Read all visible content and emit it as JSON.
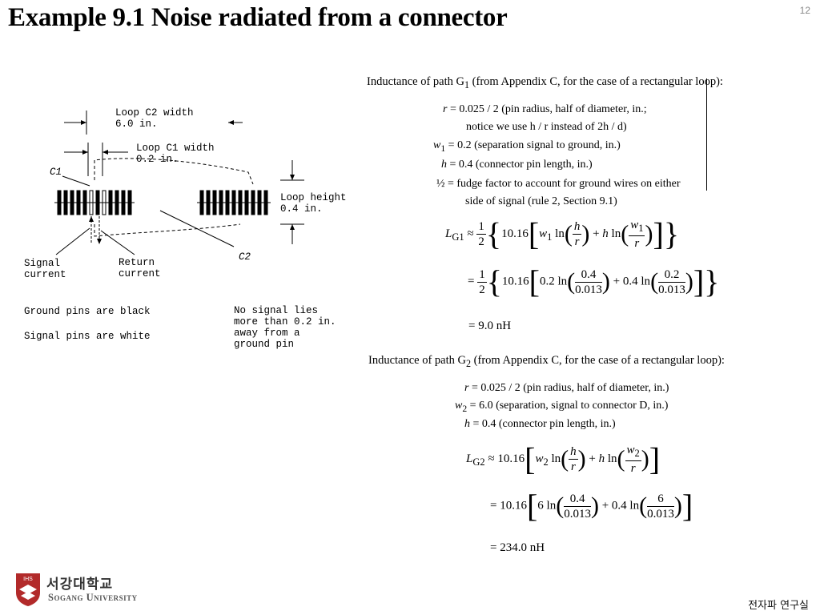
{
  "slide": {
    "title": "Example 9.1 Noise radiated from a connector",
    "page_number": "12"
  },
  "diagram": {
    "loop_c2_width_1": "Loop C2 width",
    "loop_c2_width_2": "6.0 in.",
    "loop_c1_width_1": "Loop C1 width",
    "loop_c1_width_2": "0.2 in.",
    "c1_label": "C1",
    "c2_label": "C2",
    "loop_height_1": "Loop height",
    "loop_height_2": "0.4 in.",
    "signal_current_1": "Signal",
    "signal_current_2": "current",
    "return_current_1": "Return",
    "return_current_2": "current",
    "ground_pins": "Ground pins are black",
    "signal_pins": "Signal pins are white",
    "no_signal_1": "No signal lies",
    "no_signal_2": "more than 0.2 in.",
    "no_signal_3": "away from a",
    "no_signal_4": "ground pin"
  },
  "g1": {
    "heading_pre": "Inductance of path G",
    "heading_sub": "1",
    "heading_post": " (from Appendix C, for the case of a rectangular loop):",
    "line_r": " = 0.025 / 2 (pin radius, half of diameter, in.;",
    "line_notice": "notice we use h / r instead of 2h / d)",
    "line_w1": " = 0.2 (separation signal to ground, in.)",
    "line_h": " = 0.4 (connector pin length, in.)",
    "line_fudge_1": " = fudge factor to account for ground wires on either",
    "line_fudge_2": "side of signal (rule 2, Section 9.1)",
    "result": "= 9.0 nH"
  },
  "g2": {
    "heading_pre": "Inductance of path G",
    "heading_sub": "2",
    "heading_post": " (from Appendix C, for the case of a rectangular loop):",
    "line_r": " = 0.025 / 2 (pin radius, half of diameter, in.)",
    "line_w2": " = 6.0 (separation, signal to connector D, in.)",
    "line_h": " = 0.4 (connector pin length, in.)",
    "result": "= 234.0 nH"
  },
  "footer": {
    "logo_korean": "서강대학교",
    "logo_english": "Sogang University",
    "department": "전자파 연구실",
    "crest_text": "IHS"
  },
  "colors": {
    "crest": "#b22a2a",
    "logo_text": "#555555"
  }
}
